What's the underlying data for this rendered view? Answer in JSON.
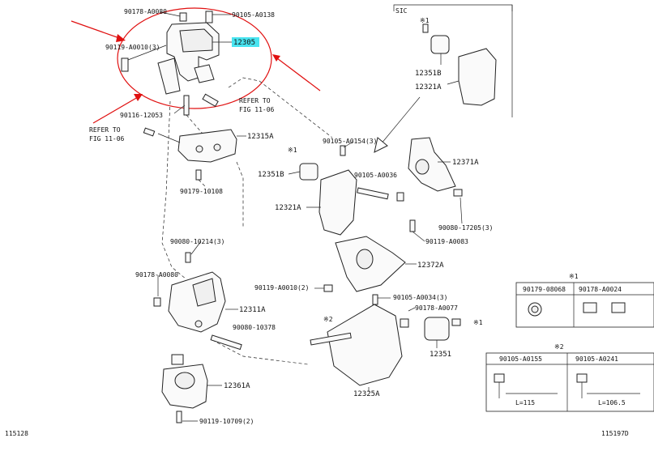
{
  "labels": {
    "p90178_a0080_top": "90178-A0080",
    "p90105_a0138": "90105-A0138",
    "p12305": "12305",
    "p90119_a0010_top": "90119-A0010(3)",
    "refer_fig_right": "REFER TO",
    "refer_fig_right2": "FIG 11-06",
    "p90116_12053": "90116-12053",
    "refer_fig_left": "REFER TO",
    "refer_fig_left2": "FIG 11-06",
    "p12315a": "12315A",
    "p90179_10108": "90179-10108",
    "p90080_10214": "90080-10214(3)",
    "p90178_a0080_mid": "90178-A0080",
    "p12311a": "12311A",
    "p90080_10378": "90080-10378",
    "p12361a": "12361A",
    "p90119_10709": "90119-10709(2)",
    "sic": "SIC",
    "mark1_top": "※1",
    "p12351b_top": "12351B",
    "p12321a_top": "12321A",
    "p90105_a0154": "90105-A0154(3)",
    "mark1_mid": "※1",
    "p12351b_mid": "12351B",
    "p90105_a0036": "90105-A0036",
    "p12321a_mid": "12321A",
    "p12371a": "12371A",
    "p90080_17205": "90080-17205(3)",
    "p90119_a0083": "90119-A0083",
    "p12372a": "12372A",
    "p90119_a0010_mid": "90119-A0010(2)",
    "p90105_a0034": "90105-A0034(3)",
    "p90178_a0077": "90178-A0077",
    "mark2_mid": "※2",
    "mark1_right": "※1",
    "p12351": "12351",
    "p12325a": "12325A",
    "ref_left": "115128",
    "ref_right": "115197D"
  },
  "table1": {
    "mark": "※1",
    "cols": [
      "90179-08068",
      "90178-A0024"
    ]
  },
  "table2": {
    "mark": "※2",
    "cols": [
      "90105-A0155",
      "90105-A0241"
    ],
    "lengths": [
      "L=115",
      "L=106.5"
    ]
  }
}
